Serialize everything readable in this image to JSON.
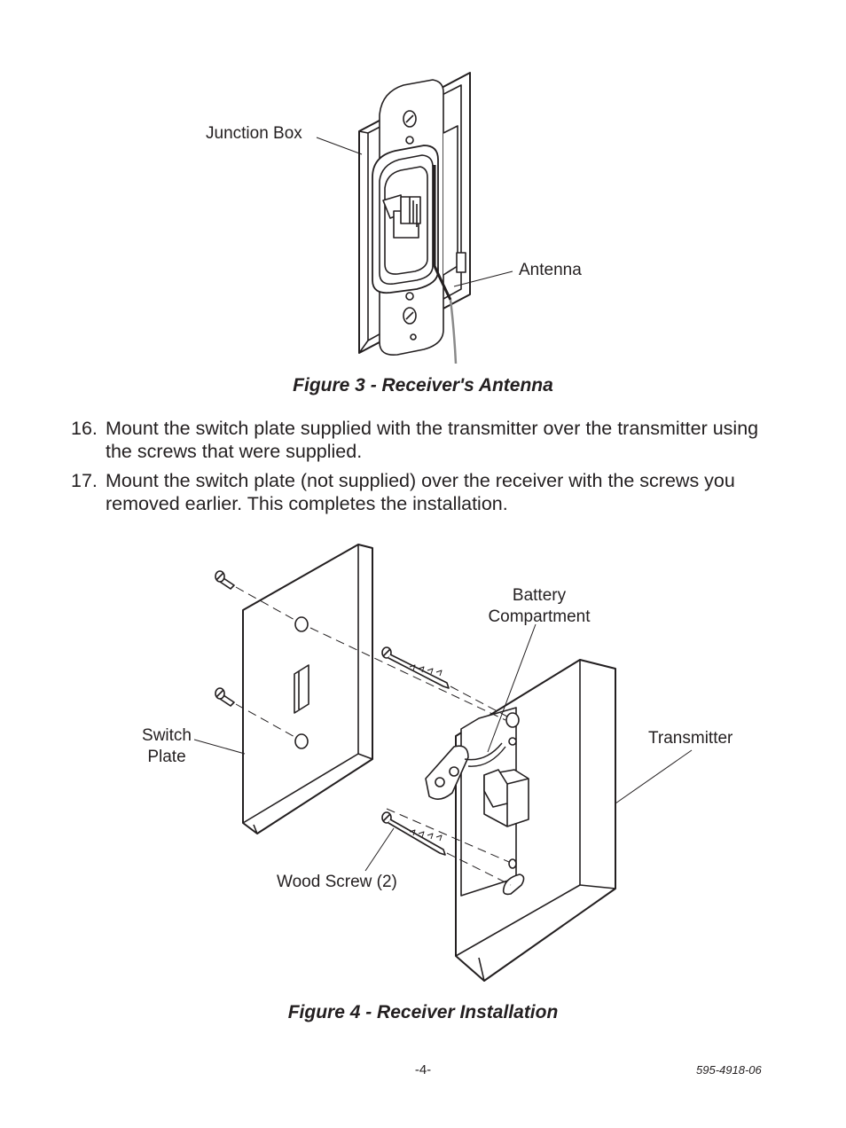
{
  "figure3": {
    "caption": "Figure 3 - Receiver's Antenna",
    "labels": {
      "junction_box": "Junction Box",
      "antenna": "Antenna"
    }
  },
  "steps": [
    {
      "number": "16.",
      "text": "Mount the switch plate supplied with the transmitter over the transmitter using the screws that were supplied."
    },
    {
      "number": "17.",
      "text": "Mount the switch plate (not supplied) over the receiver with the screws you removed earlier. This completes the installation."
    }
  ],
  "figure4": {
    "caption": "Figure 4 - Receiver Installation",
    "labels": {
      "battery_line1": "Battery",
      "battery_line2": "Compartment",
      "switch_line1": "Switch",
      "switch_line2": "Plate",
      "transmitter": "Transmitter",
      "wood_screw": "Wood Screw (2)"
    }
  },
  "footer": {
    "page_number": "-4-",
    "doc_number": "595-4918-06"
  }
}
